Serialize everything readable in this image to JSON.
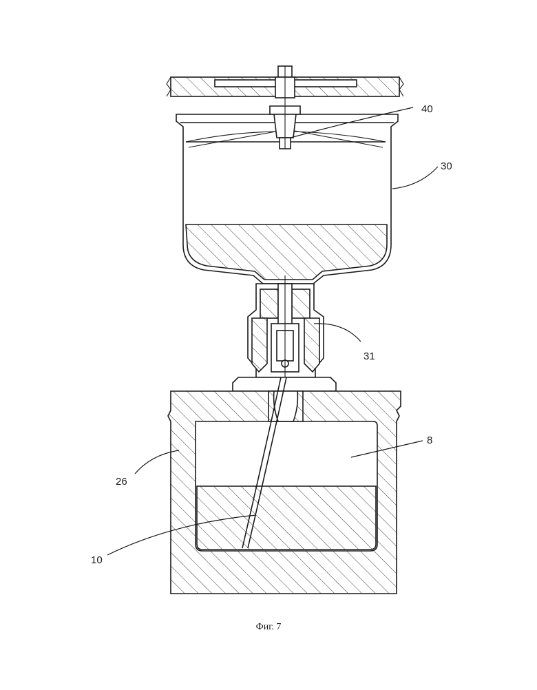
{
  "figure": {
    "caption": "Фиг. 7",
    "labels": [
      {
        "id": "40",
        "text": "40"
      },
      {
        "id": "30",
        "text": "30"
      },
      {
        "id": "31",
        "text": "31"
      },
      {
        "id": "8",
        "text": "8"
      },
      {
        "id": "26",
        "text": "26"
      },
      {
        "id": "10",
        "text": "10"
      }
    ]
  }
}
